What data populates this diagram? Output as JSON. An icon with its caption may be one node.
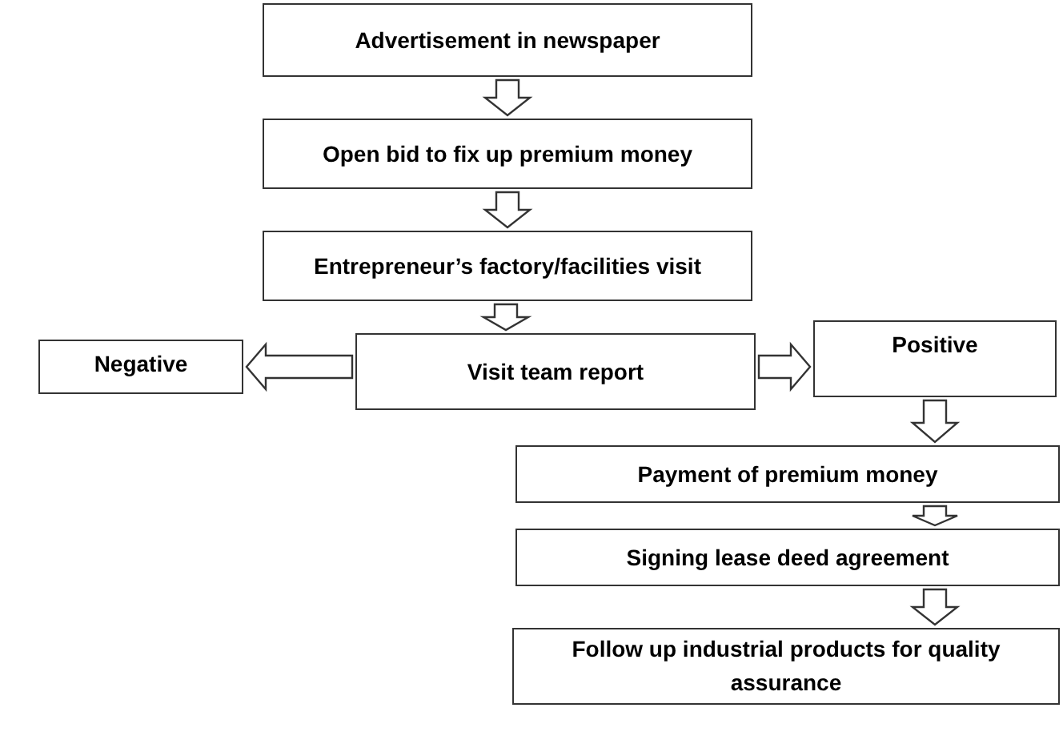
{
  "diagram": {
    "nodes": [
      {
        "text": [
          "Advertisement in newspaper"
        ]
      },
      {
        "text": [
          "Open bid to fix up premium money"
        ]
      },
      {
        "text": [
          "Entrepreneur’s factory/facilities visit"
        ]
      },
      {
        "text": [
          "Visit team report"
        ]
      },
      {
        "text": [
          "Negative"
        ]
      },
      {
        "text": [
          "Positive"
        ]
      },
      {
        "text": [
          "Payment of premium money"
        ]
      },
      {
        "text": [
          "Signing lease deed agreement"
        ]
      },
      {
        "text": [
          "Follow up industrial products for quality assurance"
        ]
      }
    ],
    "edges": [
      {
        "from": 0,
        "to": 1,
        "arrow": "to"
      },
      {
        "from": 1,
        "to": 2,
        "arrow": "to"
      },
      {
        "from": 2,
        "to": 3,
        "arrow": "to"
      },
      {
        "from": 3,
        "to": 4,
        "arrow": "to"
      },
      {
        "from": 3,
        "to": 5,
        "arrow": "to"
      },
      {
        "from": 5,
        "to": 6,
        "arrow": "to"
      },
      {
        "from": 6,
        "to": 7,
        "arrow": "to"
      },
      {
        "from": 7,
        "to": 8,
        "arrow": "to"
      }
    ]
  }
}
